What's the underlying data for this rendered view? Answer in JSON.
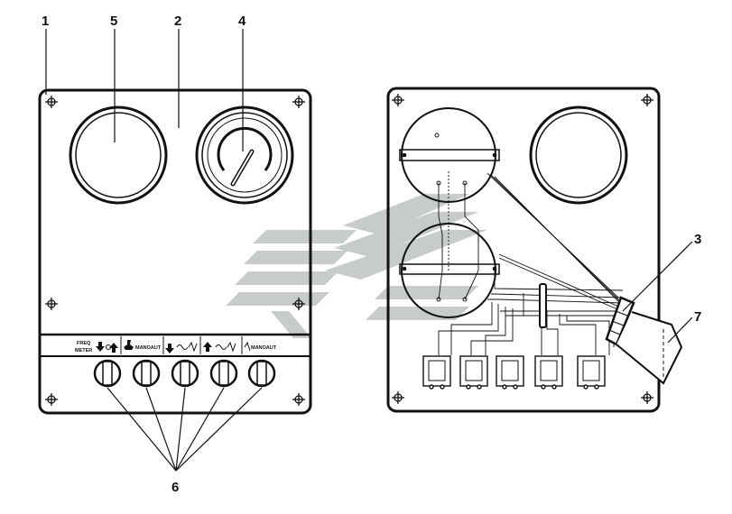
{
  "callouts": {
    "c1": "1",
    "c2": "2",
    "c3": "3",
    "c4": "4",
    "c5": "5",
    "c6": "6",
    "c7": "7"
  },
  "front_panel": {
    "strip_labels": {
      "l1_line1": "FREQ",
      "l1_line2": "METER",
      "l2": "MANOAUT",
      "l3": "MANOAUT"
    }
  },
  "colors": {
    "line": "#111111",
    "watermark": "#9aa39f"
  }
}
